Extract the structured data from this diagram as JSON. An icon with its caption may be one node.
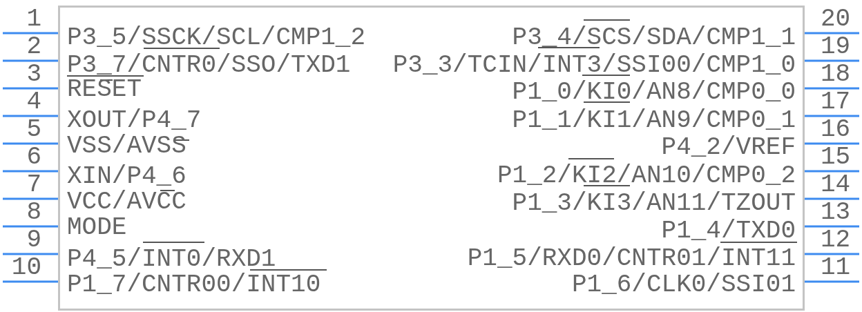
{
  "diagram": {
    "nodes": [
      {
        "text": [],
        "shape": "box"
      }
    ],
    "labels": [
      "1",
      "P3_5/SSCK/SCL/CMP1_2",
      "2",
      "P3_7/CNTR0/SSO/TXD1",
      "3",
      "RESET",
      "4",
      "XOUT/P4_7",
      "5",
      "VSS/AVSS",
      "6",
      "XIN/P4_6",
      "7",
      "VCC/AVCC",
      "8",
      "MODE",
      "9",
      "P4_5/INT0/RXD1",
      "10",
      "P1_7/CNTR00/INT10",
      "11",
      "P1_6/CLK0/SSI01",
      "12",
      "P1_5/RXD0/CNTR01/INT11",
      "13",
      "P1_4/TXD0",
      "14",
      "P1_3/KI3/AN11/TZOUT",
      "15",
      "P1_2/KI2/AN10/CMP0_2",
      "16",
      "P4_2/VREF",
      "17",
      "P1_1/KI1/AN9/CMP0_1",
      "18",
      "P1_0/KI0/AN8/CMP0_0",
      "19",
      "P3_3/TCIN/INT3/SSI00/CMP1_0",
      "20",
      "P3_4/SCS/SDA/CMP1_1"
    ]
  }
}
